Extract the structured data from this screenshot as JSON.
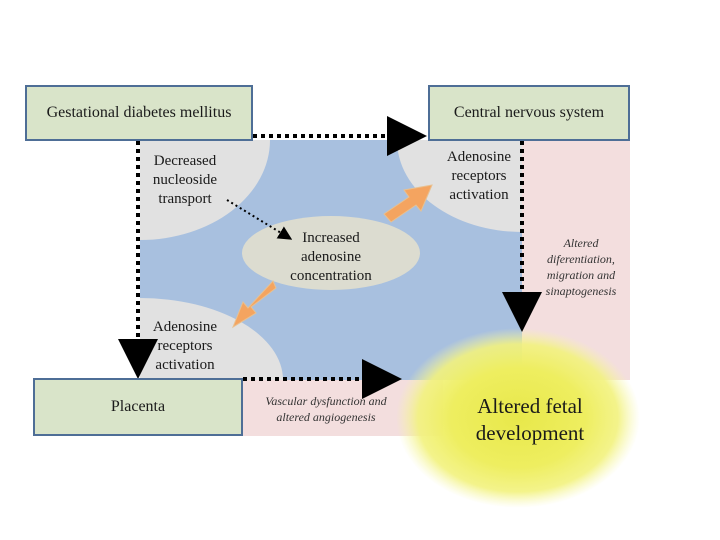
{
  "boxes": {
    "gestational_diabetes": "Gestational diabetes mellitus",
    "central_nervous_system": "Central nervous system",
    "placenta": "Placenta"
  },
  "nodes": {
    "decreased_transport": [
      "Decreased",
      "nucleoside",
      "transport"
    ],
    "increased_adenosine": [
      "Increased",
      "adenosine",
      "concentration"
    ],
    "cns_receptors": [
      "Adenosine",
      "receptors",
      "activation"
    ],
    "placenta_receptors": [
      "Adenosine",
      "receptors",
      "activation"
    ]
  },
  "annotations": {
    "cns_effects": [
      "Altered",
      "diferentiation,",
      "migration and",
      "sinaptogenesis"
    ],
    "placenta_effects": [
      "Vascular dysfunction and",
      "altered angiogenesis"
    ]
  },
  "outcome": [
    "Altered fetal",
    "development"
  ],
  "colors": {
    "central_area": "#a8c0df",
    "side_panel": "#f3dede",
    "corner_lobes": "#e1e1e1",
    "box_fill": "#d9e4c9",
    "box_border": "#4e6e96",
    "orange_arrow": "#f4a460",
    "outcome_glow": "#eaea4c"
  }
}
